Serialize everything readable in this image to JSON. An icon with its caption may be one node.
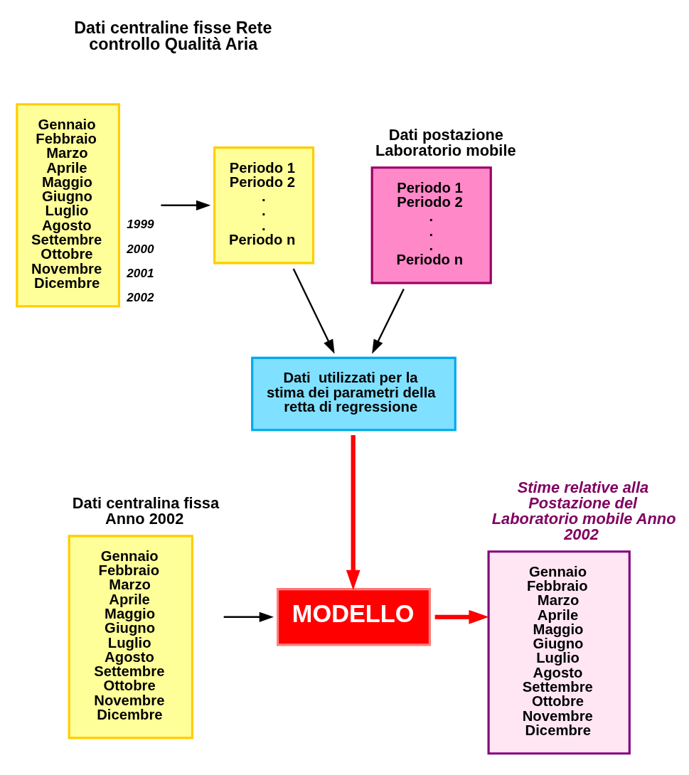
{
  "diagram": {
    "nodes": [
      {
        "text": [
          "Gennaio",
          "Febbraio",
          "Marzo",
          "Aprile",
          "Maggio",
          "Giugno",
          "Luglio",
          "Agosto",
          "Settembre",
          "Ottobre",
          "Novembre",
          "Dicembre"
        ],
        "beside": [
          "1999",
          "2000",
          "2001",
          "2002"
        ]
      },
      {
        "text": [
          "Periodo 1",
          "Periodo 2",
          ".",
          ".",
          ".",
          "Periodo n"
        ]
      },
      {
        "text": [
          "Dati postazione Laboratorio mobile",
          "Periodo 1",
          "Periodo 2",
          ".",
          ".",
          ".",
          "Periodo n"
        ]
      },
      {
        "text": [
          "Dati  utilizzati per la stima dei parametri della retta di regressione"
        ]
      },
      {
        "text": [
          "Dati centralina fissa Anno 2002",
          "Gennaio",
          "Febbraio",
          "Marzo",
          "Aprile",
          "Maggio",
          "Giugno",
          "Luglio",
          "Agosto",
          "Settembre",
          "Ottobre",
          "Novembre",
          "Dicembre"
        ]
      },
      {
        "text": [
          "MODELLO"
        ]
      },
      {
        "text": [
          "Stime relative alla Postazione del Laboratorio mobile Anno 2002",
          "Gennaio",
          "Febbraio",
          "Marzo",
          "Aprile",
          "Maggio",
          "Giugno",
          "Luglio",
          "Agosto",
          "Settembre",
          "Ottobre",
          "Novembre",
          "Dicembre"
        ]
      }
    ],
    "edges": [
      {
        "from": 0,
        "to": 1,
        "arrow": "to"
      },
      {
        "from": 1,
        "to": 3,
        "arrow": "to"
      },
      {
        "from": 2,
        "to": 3,
        "arrow": "to"
      },
      {
        "from": 3,
        "to": 5,
        "arrow": "to",
        "style": "thick",
        "color": "#ff0000"
      },
      {
        "from": 4,
        "to": 5,
        "arrow": "to"
      },
      {
        "from": 5,
        "to": 6,
        "arrow": "to",
        "style": "thick",
        "color": "#ff0000"
      }
    ],
    "labels": [
      "Dati centraline fisse Rete controllo Qualità Aria"
    ]
  }
}
